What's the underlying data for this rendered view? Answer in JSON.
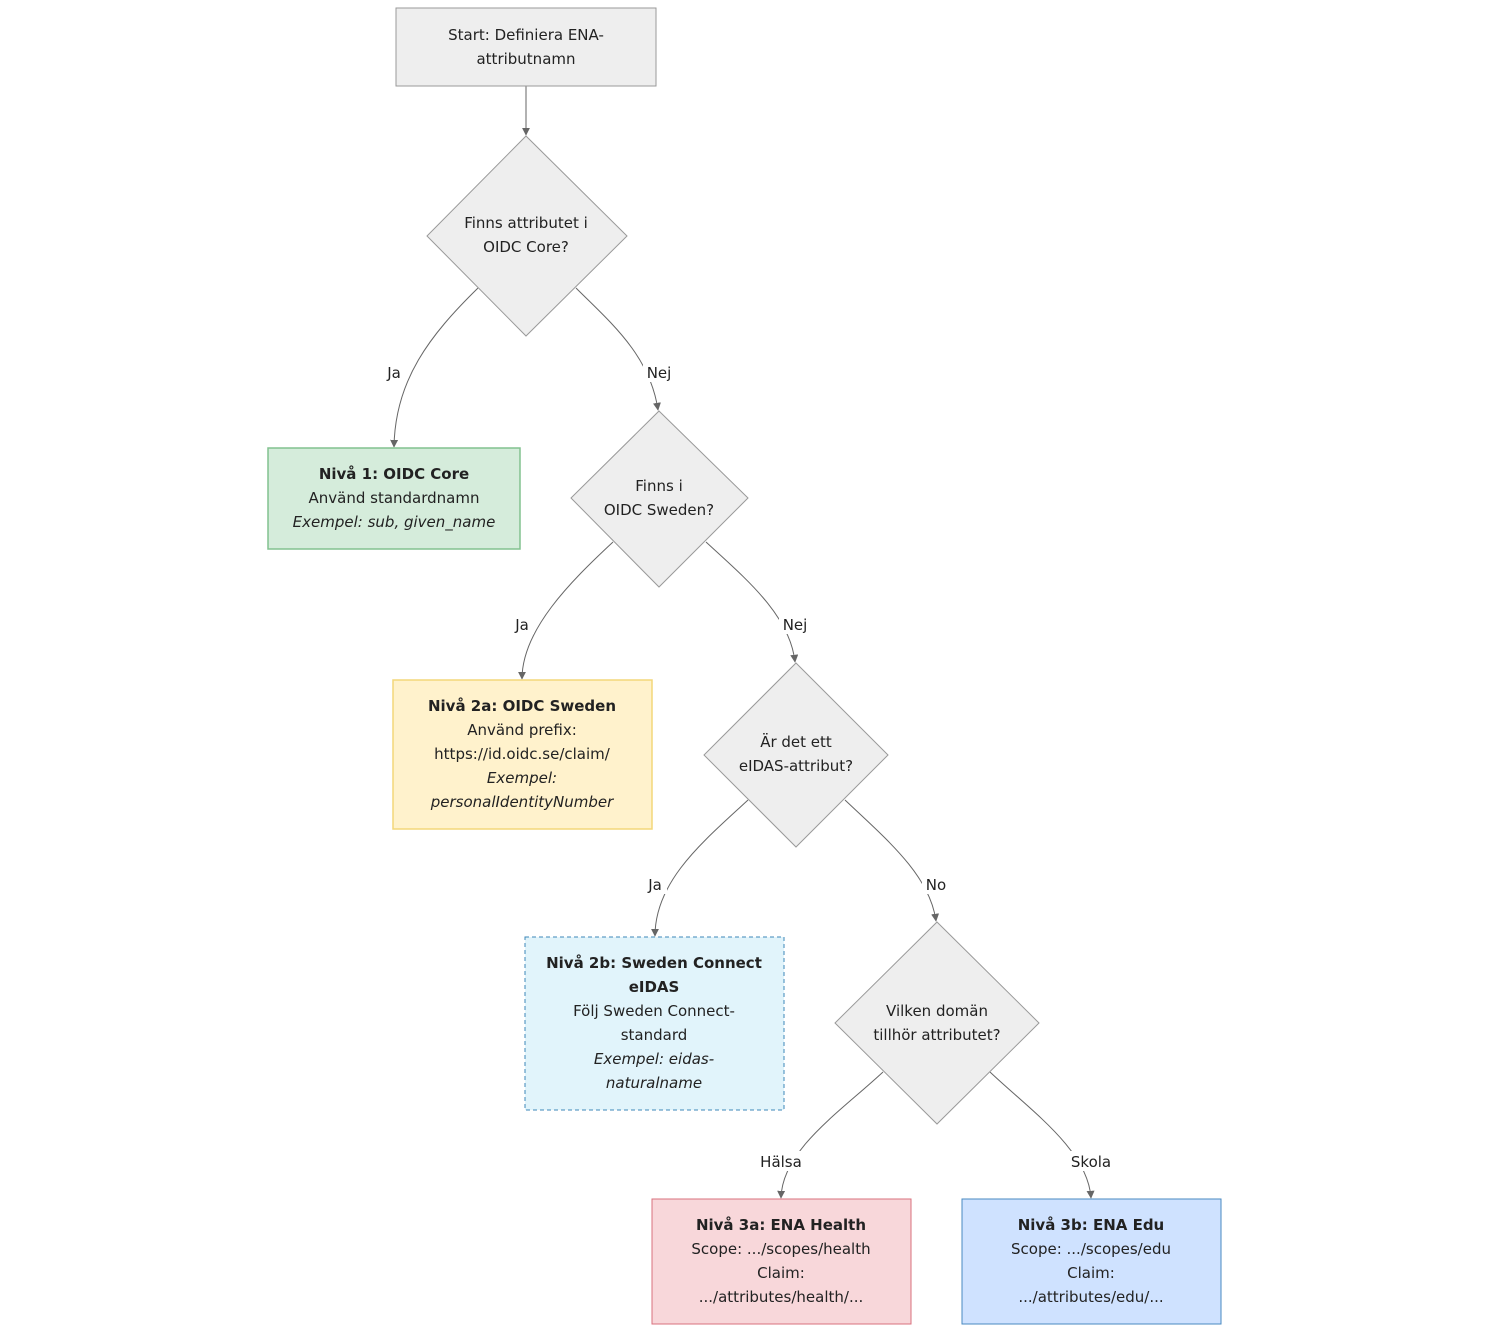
{
  "nodes": {
    "start": {
      "lines": [
        {
          "text": "Start: Definiera ENA-",
          "style": "normal"
        },
        {
          "text": "attributnamn",
          "style": "normal"
        }
      ]
    },
    "q_core": {
      "lines": [
        {
          "text": "Finns attributet i",
          "style": "normal"
        },
        {
          "text": "OIDC Core?",
          "style": "normal"
        }
      ]
    },
    "level1": {
      "lines": [
        {
          "text": "Nivå 1: OIDC Core",
          "style": "bold"
        },
        {
          "text": "Använd standardnamn",
          "style": "normal"
        },
        {
          "text": "Exempel: sub, given_name",
          "style": "italic"
        }
      ]
    },
    "q_sweden": {
      "lines": [
        {
          "text": "Finns i",
          "style": "normal"
        },
        {
          "text": "OIDC Sweden?",
          "style": "normal"
        }
      ]
    },
    "level2a": {
      "lines": [
        {
          "text": "Nivå 2a: OIDC Sweden",
          "style": "bold"
        },
        {
          "text": "Använd prefix:",
          "style": "normal"
        },
        {
          "text": "https://id.oidc.se/claim/",
          "style": "normal"
        },
        {
          "text": "Exempel:",
          "style": "italic"
        },
        {
          "text": "personalIdentityNumber",
          "style": "italic"
        }
      ]
    },
    "q_eidas": {
      "lines": [
        {
          "text": "Är det ett",
          "style": "normal"
        },
        {
          "text": "eIDAS-attribut?",
          "style": "normal"
        }
      ]
    },
    "level2b": {
      "lines": [
        {
          "text": "Nivå 2b: Sweden Connect",
          "style": "bold"
        },
        {
          "text": "eIDAS",
          "style": "bold"
        },
        {
          "text": "Följ Sweden Connect-",
          "style": "normal"
        },
        {
          "text": "standard",
          "style": "normal"
        },
        {
          "text": "Exempel: eidas-",
          "style": "italic"
        },
        {
          "text": "naturalname",
          "style": "italic"
        }
      ]
    },
    "q_domain": {
      "lines": [
        {
          "text": "Vilken domän",
          "style": "normal"
        },
        {
          "text": "tillhör attributet?",
          "style": "normal"
        }
      ]
    },
    "level3a": {
      "lines": [
        {
          "text": "Nivå 3a: ENA Health",
          "style": "bold"
        },
        {
          "text": "Scope: .../scopes/health",
          "style": "normal"
        },
        {
          "text": "Claim:",
          "style": "normal"
        },
        {
          "text": ".../attributes/health/...",
          "style": "normal"
        }
      ]
    },
    "level3b": {
      "lines": [
        {
          "text": "Nivå 3b: ENA Edu",
          "style": "bold"
        },
        {
          "text": "Scope: .../scopes/edu",
          "style": "normal"
        },
        {
          "text": "Claim:",
          "style": "normal"
        },
        {
          "text": ".../attributes/edu/...",
          "style": "normal"
        }
      ]
    }
  },
  "edge_labels": {
    "core_yes": "Ja",
    "core_no": "Nej",
    "sweden_yes": "Ja",
    "sweden_no": "Nej",
    "eidas_yes": "Ja",
    "eidas_no": "No",
    "domain_health": "Hälsa",
    "domain_edu": "Skola"
  },
  "colors": {
    "start_fill": "#eeeeee",
    "start_stroke": "#999999",
    "decision_fill": "#eeeeee",
    "decision_stroke": "#999999",
    "level1_fill": "#d5ecdb",
    "level1_stroke": "#82c28f",
    "level2a_fill": "#fff2cc",
    "level2a_stroke": "#f3d77a",
    "level2b_fill": "#e1f4fb",
    "level2b_stroke": "#3d87b8",
    "level3a_fill": "#f8d7da",
    "level3a_stroke": "#d9707e",
    "level3b_fill": "#cfe2ff",
    "level3b_stroke": "#4a8ac0",
    "edge": "#666666"
  }
}
